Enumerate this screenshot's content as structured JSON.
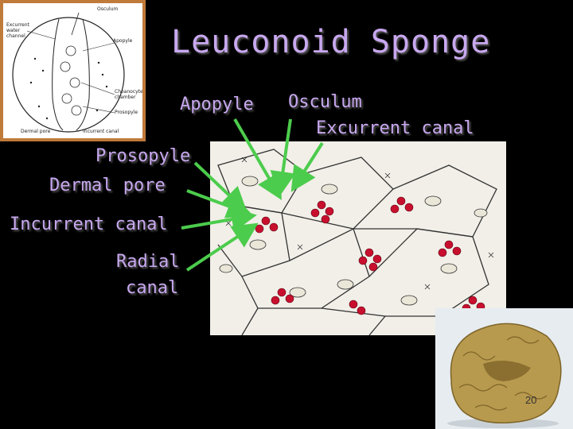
{
  "slide": {
    "title": "Leuconoid Sponge",
    "number": "20",
    "accent_color": "#c8a8f0",
    "arrow_color": "#4ccc4c"
  },
  "labels": {
    "apopyle": "Apopyle",
    "osculum": "Osculum",
    "excurrent_canal": "Excurrent canal",
    "prosopyle": "Prosopyle",
    "dermal_pore": "Dermal pore",
    "incurrent_canal": "Incurrent canal",
    "radial": "Radial",
    "canal": "canal"
  },
  "diagram_thumbnail": {
    "labels": [
      "Osculum",
      "Excurrent water channel",
      "Apopyle",
      "Choanocyte chamber",
      "Prosopyle",
      "Dermal pore",
      "Incurrent canal"
    ]
  },
  "images": {
    "microscope": "micrograph-illustration",
    "sponge": "sponge-photo"
  }
}
